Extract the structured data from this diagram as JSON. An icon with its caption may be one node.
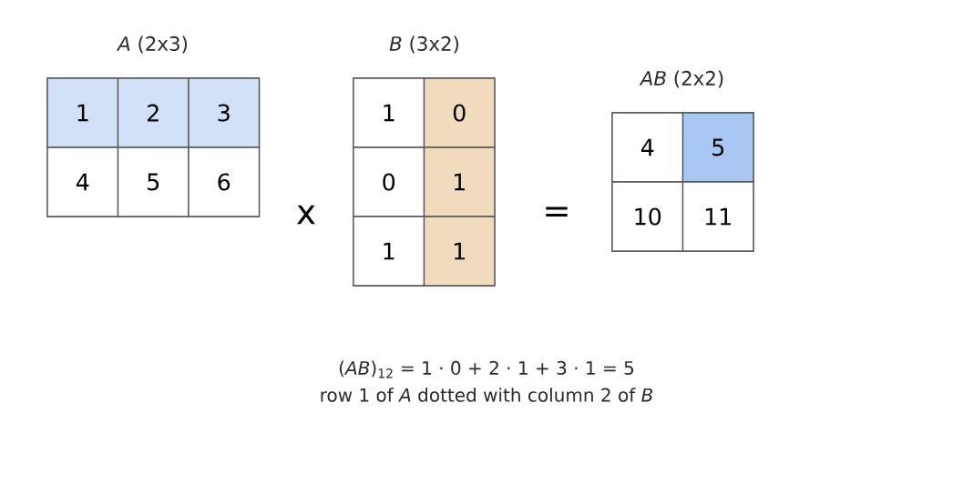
{
  "diagram": {
    "nodes": [
      {
        "text": [
          "*A* (2x3)"
        ]
      },
      {
        "text": [
          "1"
        ],
        "in": 0
      },
      {
        "text": [
          "2"
        ],
        "in": 0
      },
      {
        "text": [
          "3"
        ],
        "in": 0
      },
      {
        "text": [
          "4"
        ],
        "in": 0
      },
      {
        "text": [
          "5"
        ],
        "in": 0
      },
      {
        "text": [
          "6"
        ],
        "in": 0
      },
      {
        "text": [
          "*B* (3x2)"
        ]
      },
      {
        "text": [
          "1"
        ],
        "in": 7
      },
      {
        "text": [
          "0"
        ],
        "in": 7
      },
      {
        "text": [
          "0"
        ],
        "in": 7
      },
      {
        "text": [
          "1"
        ],
        "in": 7
      },
      {
        "text": [
          "1"
        ],
        "in": 7
      },
      {
        "text": [
          "1"
        ],
        "in": 7
      },
      {
        "text": [
          "*AB* (2x2)"
        ]
      },
      {
        "text": [
          "4"
        ],
        "in": 14
      },
      {
        "text": [
          "5"
        ],
        "in": 14
      },
      {
        "text": [
          "10"
        ],
        "in": 14
      },
      {
        "text": [
          "11"
        ],
        "in": 14
      }
    ],
    "labels": [
      "x",
      "=",
      "(*AB*)$_{12}$ = 1 · 0 + 2 · 1 + 3 · 1 = 5",
      "row 1 of *A* dotted with column 2 of *B*"
    ]
  }
}
